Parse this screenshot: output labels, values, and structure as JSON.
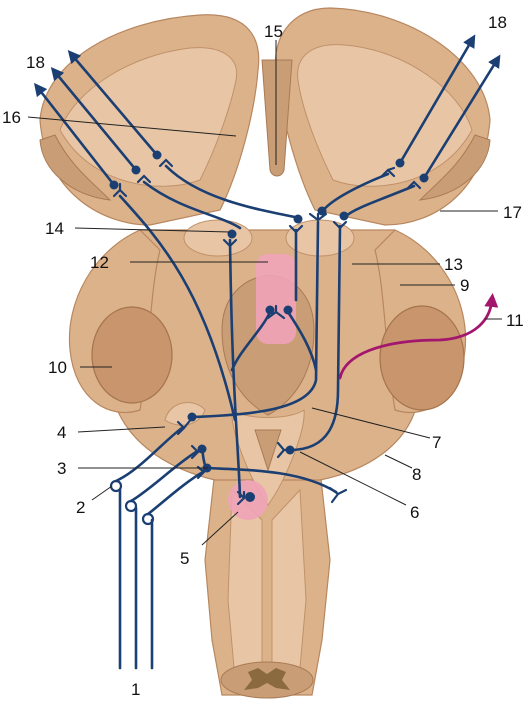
{
  "labels": {
    "l1": "1",
    "l2": "2",
    "l3": "3",
    "l4": "4",
    "l5": "5",
    "l6": "6",
    "l7": "7",
    "l8": "8",
    "l9": "9",
    "l10": "10",
    "l11": "11",
    "l12": "12",
    "l13": "13",
    "l14": "14",
    "l15": "15",
    "l16": "16",
    "l17": "17",
    "l18a": "18",
    "l18b": "18"
  },
  "colors": {
    "tissue": "#dcb28b",
    "tract": "#1b3f73",
    "nucleus": "#f0a3b8",
    "projection": "#a3166e"
  }
}
